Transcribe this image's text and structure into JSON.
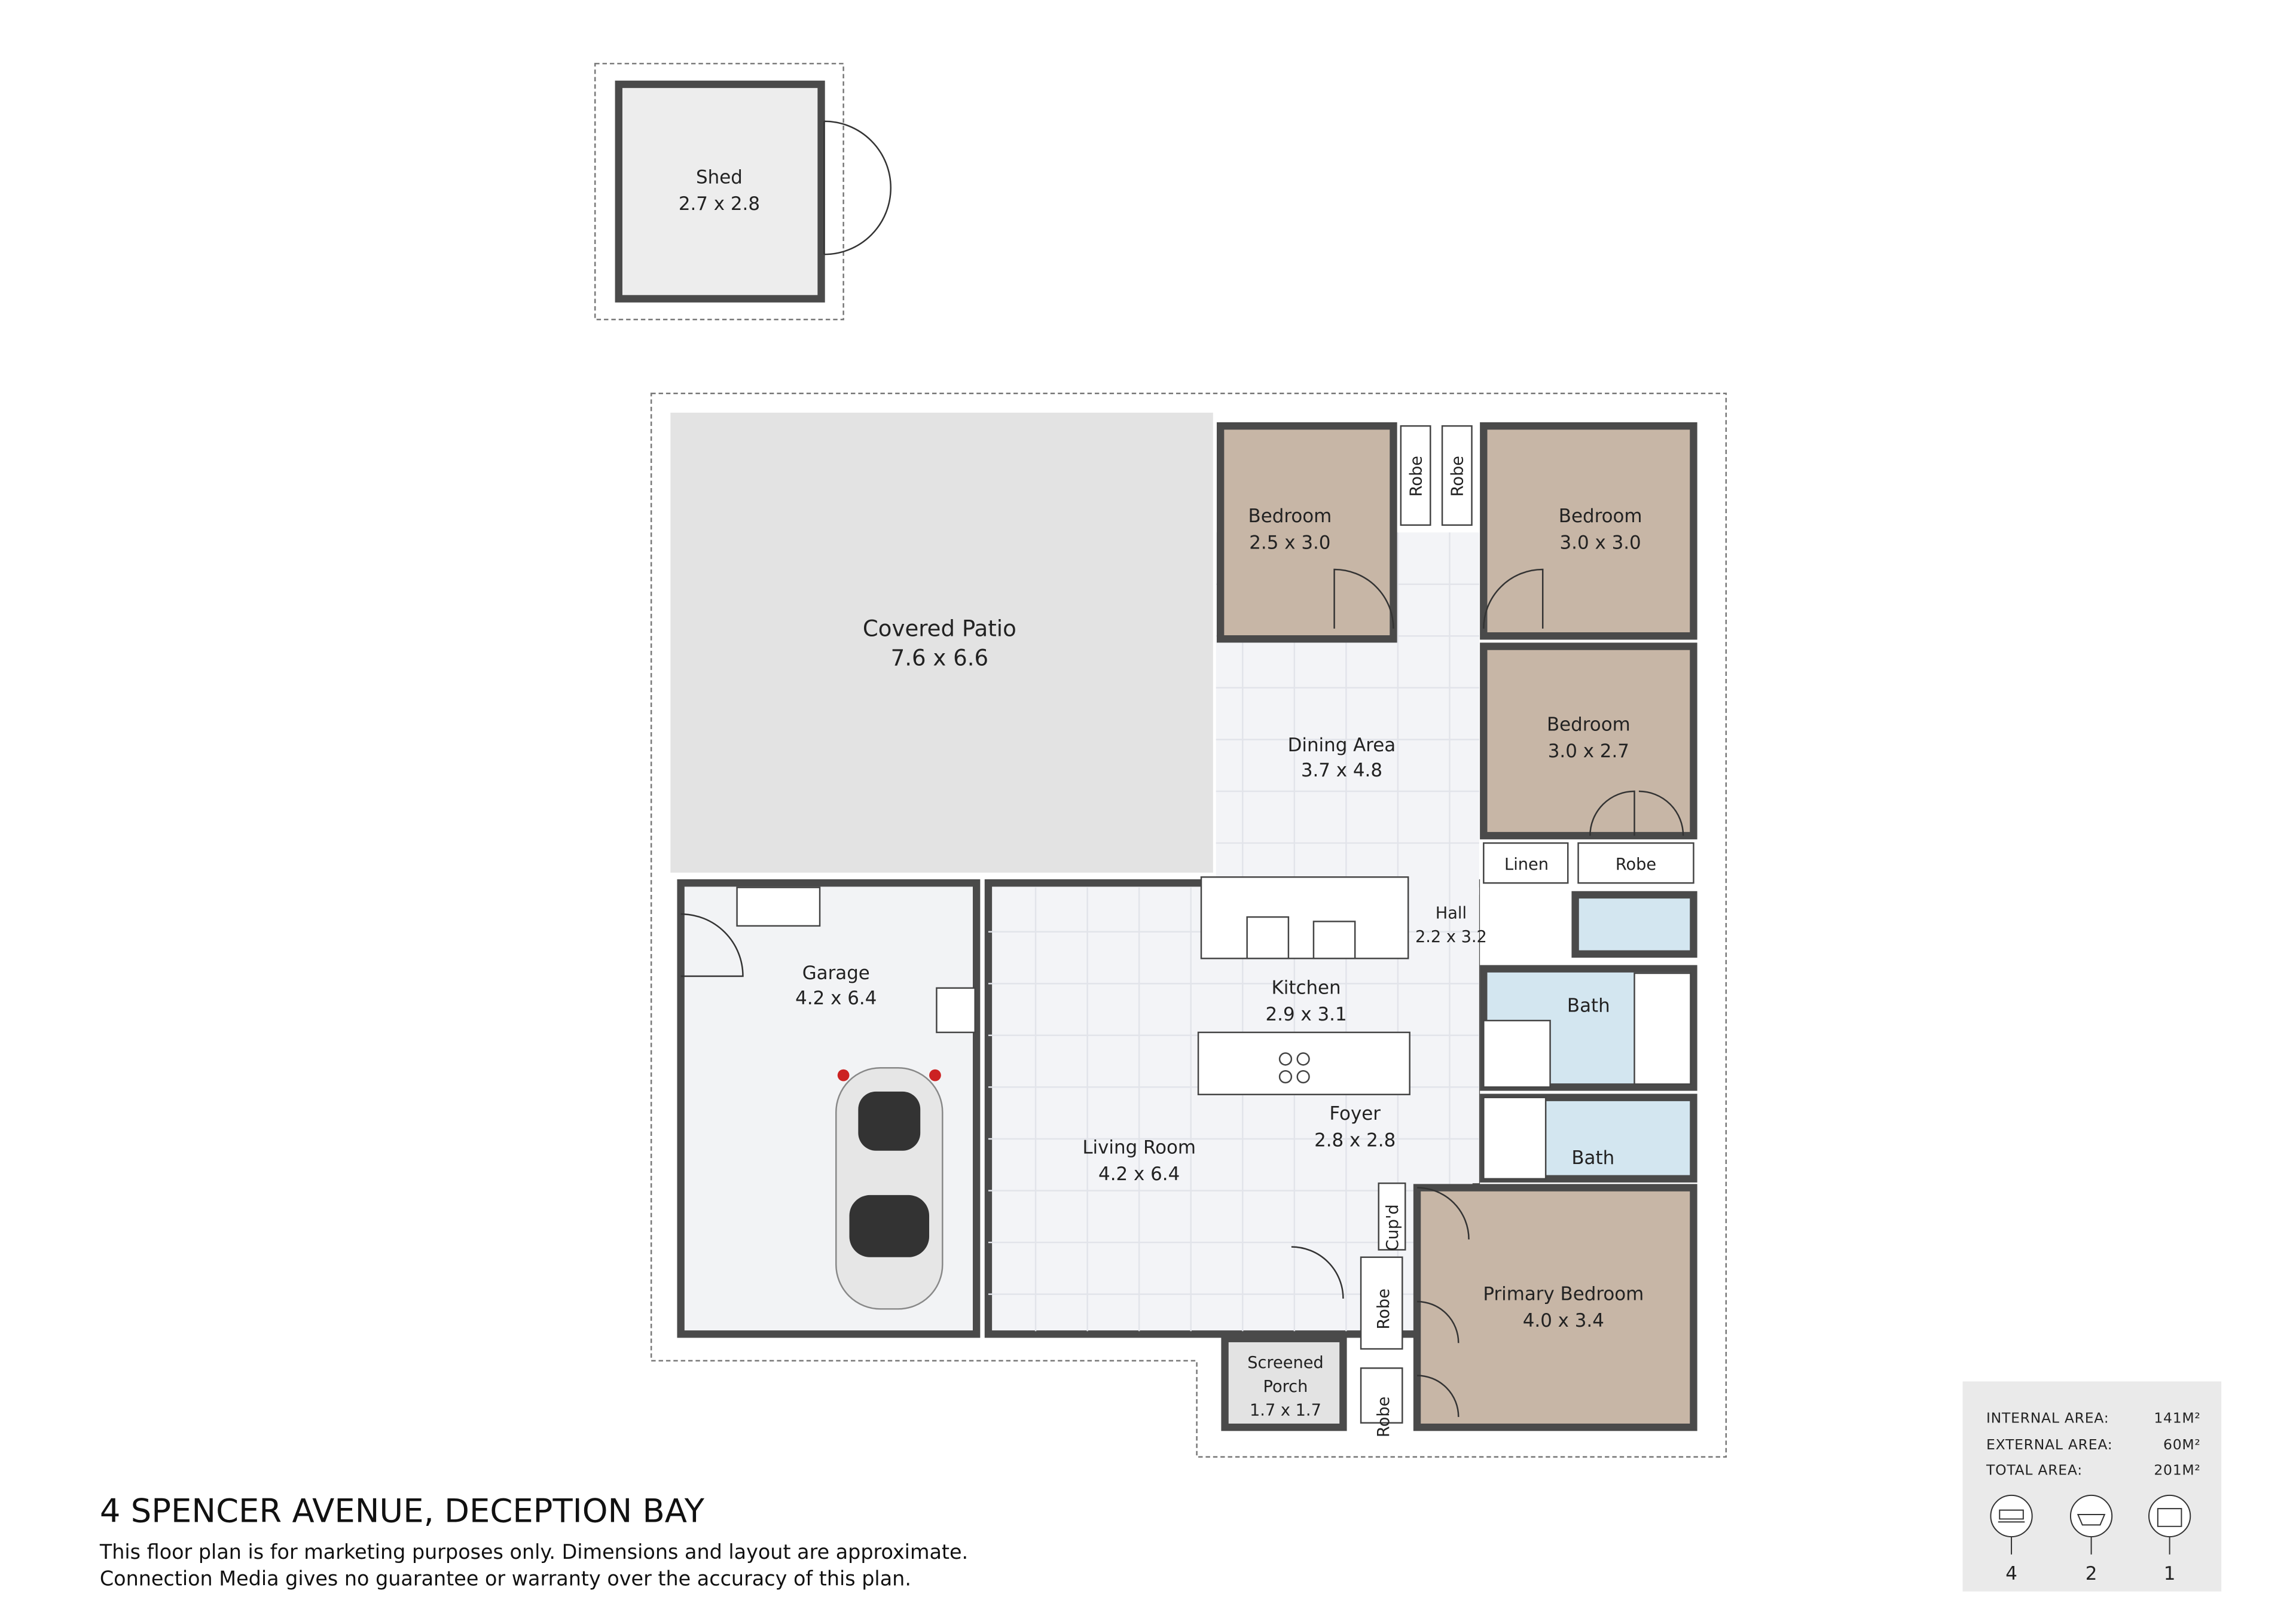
{
  "title": "4 SPENCER AVENUE, DECEPTION BAY",
  "disclaimer": [
    "This floor plan is for marketing purposes only. Dimensions and layout are approximate.",
    "Connection Media gives no guarantee or warranty over the accuracy of this plan."
  ],
  "rooms": {
    "shed": {
      "name": "Shed",
      "size": "2.7 x 2.8"
    },
    "patio": {
      "name": "Covered Patio",
      "size": "7.6 x 6.6"
    },
    "bed1": {
      "name": "Bedroom",
      "size": "2.5 x 3.0"
    },
    "bed2": {
      "name": "Bedroom",
      "size": "3.0 x 3.0"
    },
    "bed3": {
      "name": "Bedroom",
      "size": "3.0 x 2.7"
    },
    "dining": {
      "name": "Dining Area",
      "size": "3.7 x 4.8"
    },
    "hall": {
      "name": "Hall",
      "size": "2.2 x 3.2"
    },
    "kitchen": {
      "name": "Kitchen",
      "size": "2.9 x 3.1"
    },
    "garage": {
      "name": "Garage",
      "size": "4.2 x 6.4"
    },
    "living": {
      "name": "Living Room",
      "size": "4.2 x 6.4"
    },
    "foyer": {
      "name": "Foyer",
      "size": "2.8 x 2.8"
    },
    "primary": {
      "name": "Primary Bedroom",
      "size": "4.0 x 3.4"
    },
    "porch": {
      "name": "Screened",
      "name2": "Porch",
      "size": "1.7 x 1.7"
    },
    "bath1": {
      "name": "Bath"
    },
    "bath2": {
      "name": "Bath"
    },
    "linen": {
      "name": "Linen"
    },
    "robe": "Robe",
    "cupd": "Cup'd"
  },
  "areas": [
    {
      "label": "INTERNAL AREA:",
      "value": "141M²"
    },
    {
      "label": "EXTERNAL AREA:",
      "value": "60M²"
    },
    {
      "label": "TOTAL AREA:",
      "value": "201M²"
    }
  ],
  "counts": [
    {
      "icon": "bed-icon",
      "value": "4"
    },
    {
      "icon": "bath-icon",
      "value": "2"
    },
    {
      "icon": "car-icon",
      "value": "1"
    }
  ],
  "colors": {
    "bedroom": "#c7b6a6",
    "wet": "#d3e6f0",
    "patio": "#e3e3e3",
    "floor": "#f3f4f7",
    "wall": "#4a4a4a"
  }
}
